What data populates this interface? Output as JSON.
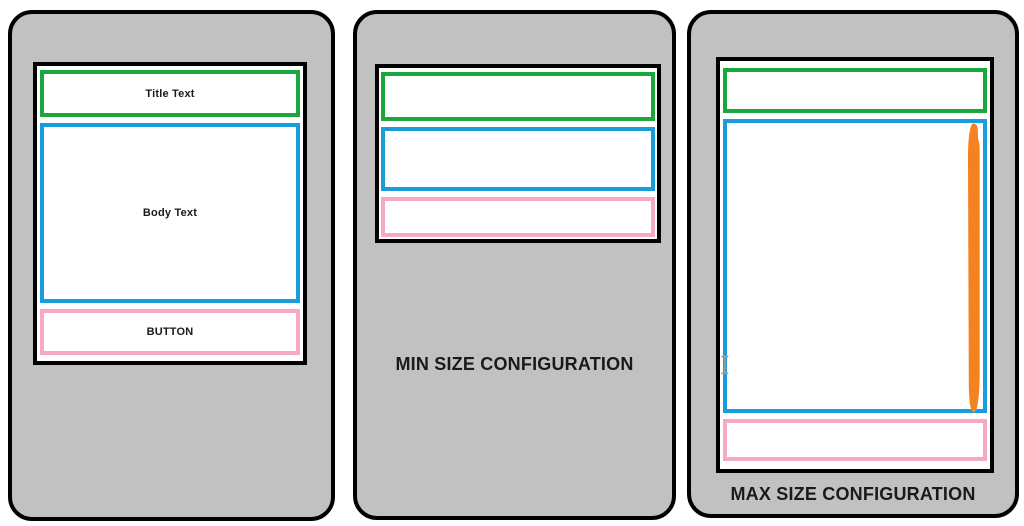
{
  "colors": {
    "canvas-bg": "#ffffff",
    "card-bg": "#c1c1c1",
    "frame-border": "#000000",
    "title-border": "#1ba73c",
    "body-border": "#189cde",
    "button-border": "#f6a8c7",
    "marker": "#f58220",
    "cursor-gray": "#9b9b9b",
    "text": "#1a1a1a"
  },
  "cards": {
    "default": {
      "title_label": "Title Text",
      "body_label": "Body Text",
      "button_label": "BUTTON"
    },
    "min": {
      "caption": "MIN SIZE CONFIGURATION"
    },
    "max": {
      "caption": "MAX SIZE CONFIGURATION"
    }
  },
  "icons": {
    "text_cursor": "text-select-cursor-icon",
    "annotation": "orange-marker-stroke"
  }
}
